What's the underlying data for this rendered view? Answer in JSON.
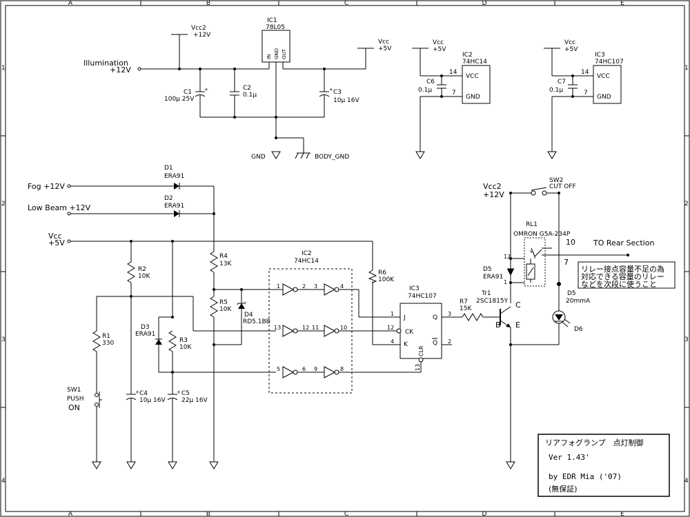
{
  "border": {
    "columns": [
      "A",
      "B",
      "C",
      "D",
      "E"
    ],
    "rows": [
      "1",
      "2",
      "3",
      "4"
    ]
  },
  "power": {
    "illumination": "Illumination",
    "illumination_v": "+12V",
    "vcc2": "Vcc2",
    "vcc2_v": "+12V",
    "vcc": "Vcc",
    "vcc_v": "+5V",
    "gnd": "GND",
    "body_gnd": "BODY_GND"
  },
  "ic1": {
    "ref": "IC1",
    "part": "78L05",
    "pins": [
      "IN",
      "GND",
      "OUT"
    ]
  },
  "ic2": {
    "ref": "IC2",
    "part": "74HC14",
    "vcc": "VCC",
    "gnd": "GND",
    "pin_vcc": "14",
    "pin_gnd": "7"
  },
  "ic3": {
    "ref": "IC3",
    "part": "74HC107",
    "vcc": "VCC",
    "gnd": "GND",
    "pin_vcc": "14",
    "pin_gnd": "7"
  },
  "caps": {
    "c1": "C1",
    "c1_v": "100μ 25V",
    "c2": "C2",
    "c2_v": "0.1μ",
    "c3": "C3",
    "c3_v": "10μ 16V",
    "c4": "C4",
    "c4_v": "10μ 16V",
    "c5": "C5",
    "c5_v": "22μ 16V",
    "c6": "C6",
    "c6_v": "0.1μ",
    "c7": "C7",
    "c7_v": "0.1μ"
  },
  "inputs": {
    "fog": "Fog +12V",
    "low_beam": "Low Beam +12V",
    "vcc": "Vcc",
    "vcc_v": "+5V"
  },
  "diodes": {
    "d1": "D1",
    "d1_v": "ERA91",
    "d2": "D2",
    "d2_v": "ERA91",
    "d3": "D3",
    "d3_v": "ERA91",
    "d4": "D4",
    "d4_v": "RD5.1BB",
    "d5a": "D5",
    "d5a_v": "ERA91",
    "d5b": "D5",
    "d5b_v": "20mmA",
    "d6": "D6"
  },
  "resistors": {
    "r1": "R1",
    "r1_v": "330",
    "r2": "R2",
    "r2_v": "10K",
    "r3": "R3",
    "r3_v": "10K",
    "r4": "R4",
    "r4_v": "13K",
    "r5": "R5",
    "r5_v": "10K",
    "r6": "R6",
    "r6_v": "100K",
    "r7": "R7",
    "r7_v": "15K"
  },
  "inverters": {
    "ref": "IC2",
    "part": "74HC14",
    "pins": [
      "1",
      "2",
      "3",
      "4",
      "13",
      "12",
      "11",
      "10",
      "5",
      "6",
      "9",
      "8"
    ]
  },
  "flipflop": {
    "ref": "IC3",
    "part": "74HC107",
    "j": "J",
    "ck": "CK",
    "k": "K",
    "q": "Q",
    "qb": "Q",
    "clr": "CLR",
    "pin_j": "1",
    "pin_ck": "12",
    "pin_k": "4",
    "pin_q": "3",
    "pin_qb": "2",
    "pin_clr": "13"
  },
  "switches": {
    "sw1": "SW1",
    "sw1_a": "PUSH",
    "sw1_b": "ON",
    "sw2": "SW2",
    "sw2_v": "CUT OFF"
  },
  "transistor": {
    "ref": "Tr1",
    "part": "2SC1815Y",
    "c": "C",
    "b": "B",
    "e": "E"
  },
  "relay": {
    "ref": "RL1",
    "part": "OMRON G5A-234P",
    "p10": "10",
    "p12": "12",
    "p7": "7",
    "p1": "1",
    "output": "TO Rear Section"
  },
  "note": {
    "line1": "リレー接点容量不足の為",
    "line2": "対応できる容量のリレー",
    "line3": "などを次段に使うこと"
  },
  "title_block": {
    "title": "リアフォグランプ　点灯制御",
    "version": "Ver 1.43'",
    "author": "by EDR Mia ('07)",
    "disclaimer": "(無保証)"
  }
}
